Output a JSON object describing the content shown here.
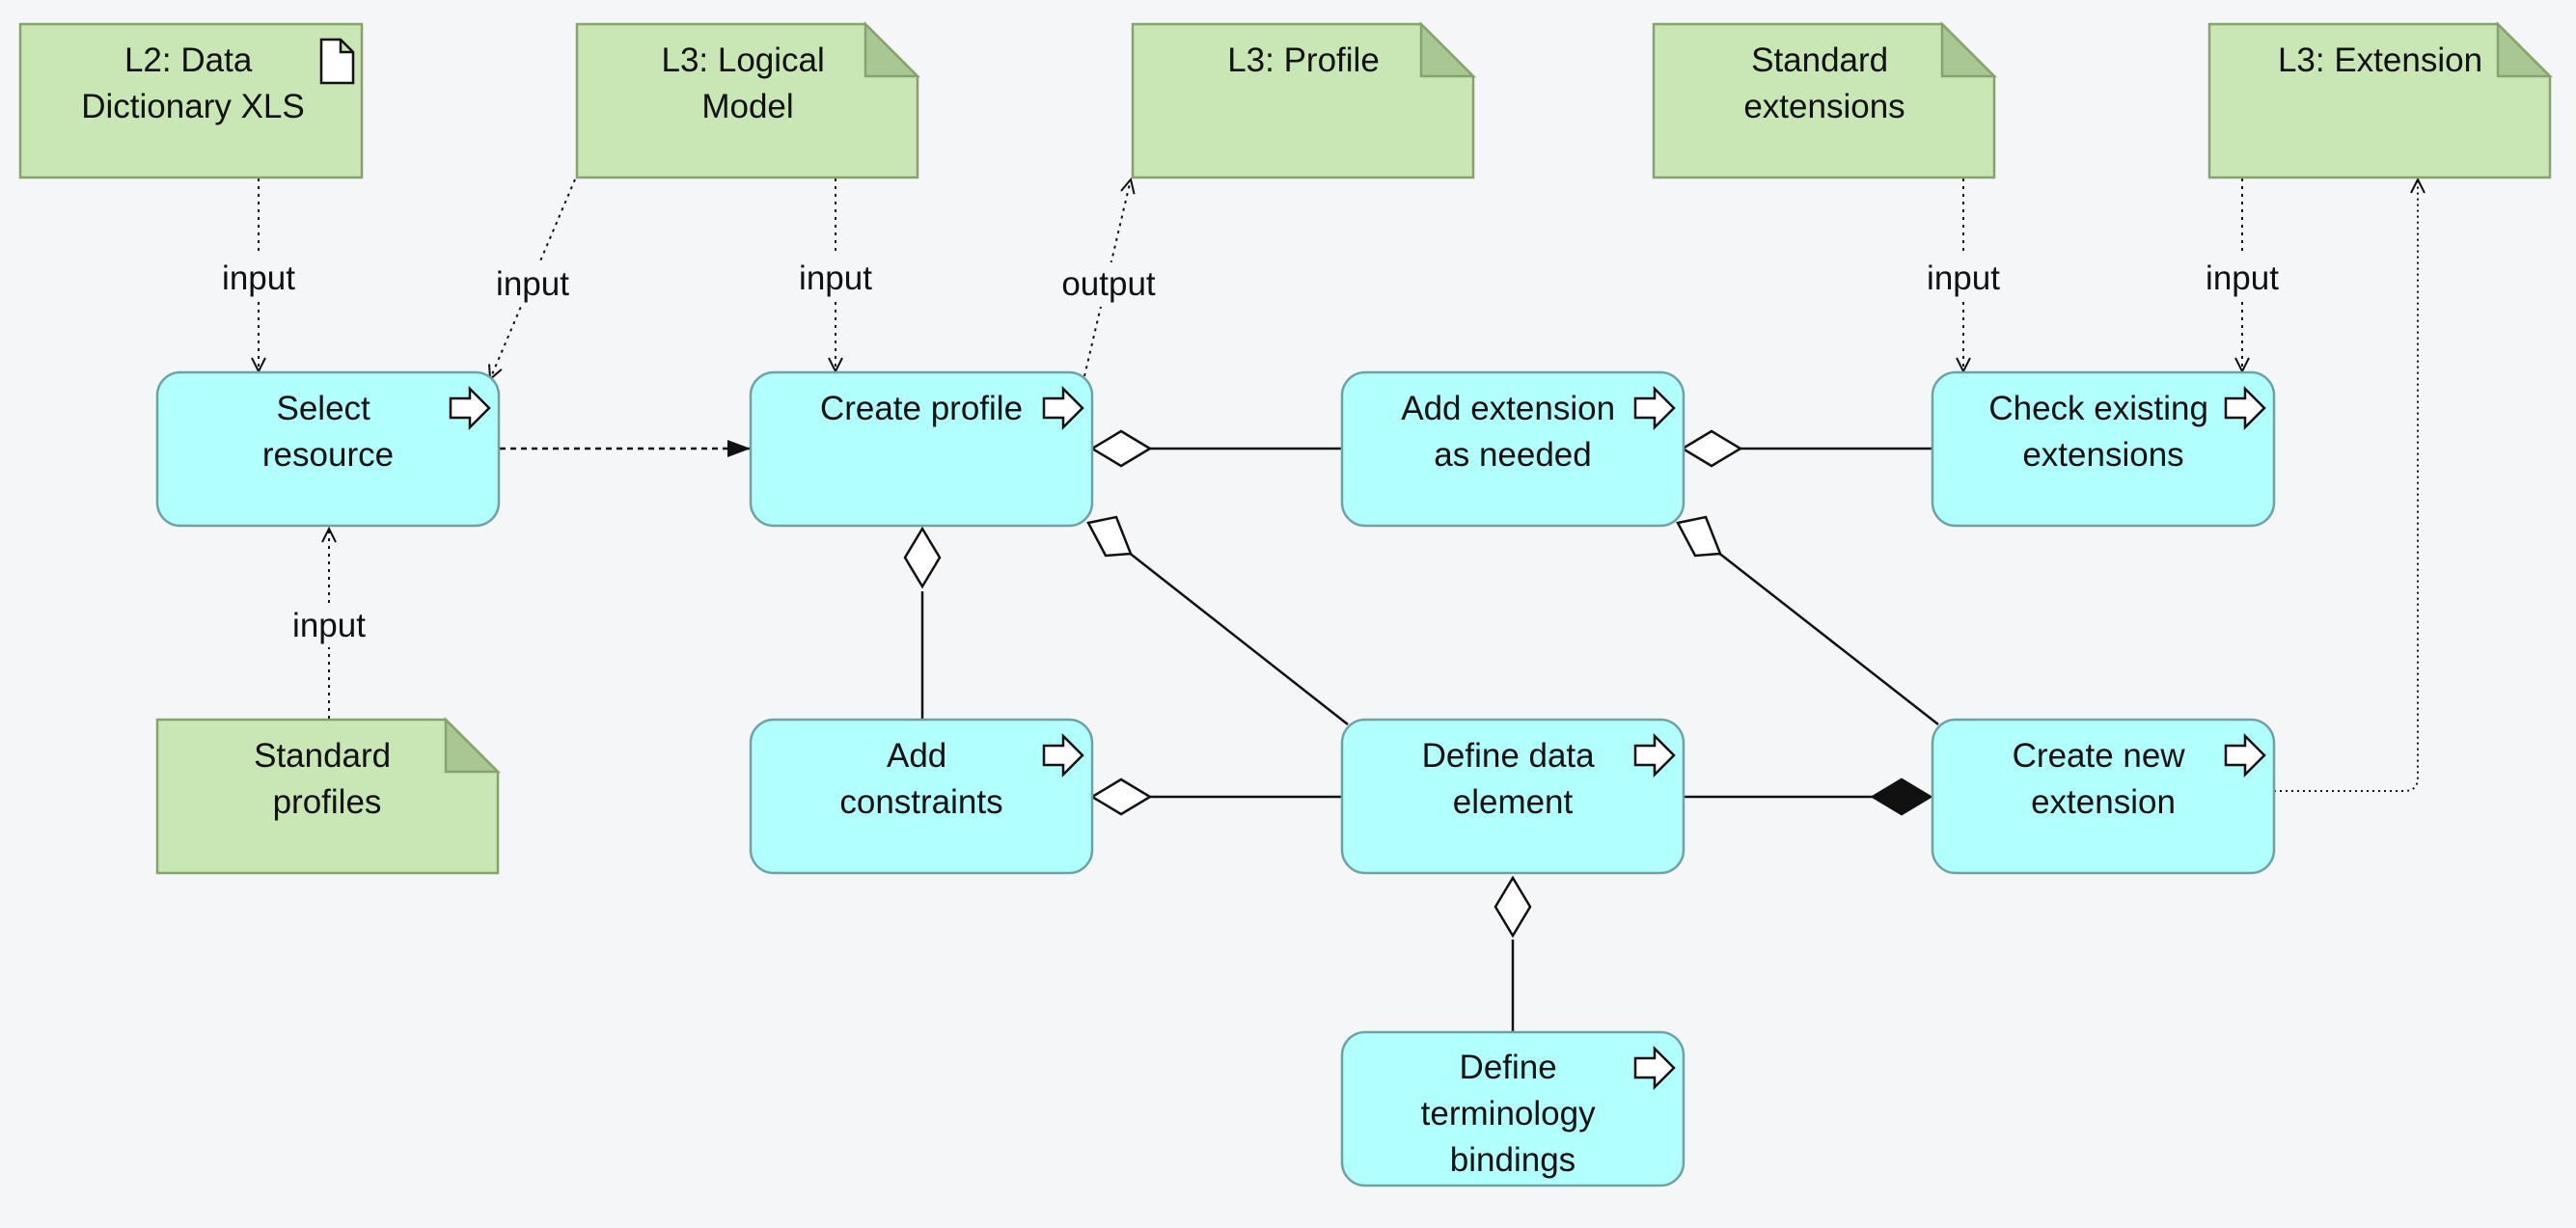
{
  "colors": {
    "background": "#f5f6f8",
    "process_fill": "#b2ffff",
    "artifact_fill": "#c9e6b5",
    "line": "#111111"
  },
  "artifacts": {
    "l2_data_dictionary": {
      "lines": [
        "L2: Data",
        "Dictionary XLS"
      ],
      "icon": "document-icon"
    },
    "l3_logical_model": {
      "lines": [
        "L3: Logical",
        "Model"
      ]
    },
    "l3_profile": {
      "lines": [
        "L3: Profile"
      ]
    },
    "standard_extensions": {
      "lines": [
        "Standard",
        "extensions"
      ]
    },
    "l3_extension": {
      "lines": [
        "L3: Extension"
      ]
    },
    "standard_profiles": {
      "lines": [
        "Standard",
        "profiles"
      ]
    }
  },
  "processes": {
    "select_resource": {
      "lines": [
        "Select",
        "resource"
      ],
      "icon": "process-arrow-icon"
    },
    "create_profile": {
      "lines": [
        "Create profile"
      ],
      "icon": "process-arrow-icon"
    },
    "add_extension": {
      "lines": [
        "Add extension",
        "as needed"
      ],
      "icon": "process-arrow-icon"
    },
    "check_existing": {
      "lines": [
        "Check existing",
        "extensions"
      ],
      "icon": "process-arrow-icon"
    },
    "add_constraints": {
      "lines": [
        "Add",
        "constraints"
      ],
      "icon": "process-arrow-icon"
    },
    "define_data_element": {
      "lines": [
        "Define data",
        "element"
      ],
      "icon": "process-arrow-icon"
    },
    "create_new_extension": {
      "lines": [
        "Create new",
        "extension"
      ],
      "icon": "process-arrow-icon"
    },
    "define_terminology": {
      "lines": [
        "Define",
        "terminology",
        "bindings"
      ],
      "icon": "process-arrow-icon"
    }
  },
  "edge_labels": {
    "input": "input",
    "output": "output"
  }
}
